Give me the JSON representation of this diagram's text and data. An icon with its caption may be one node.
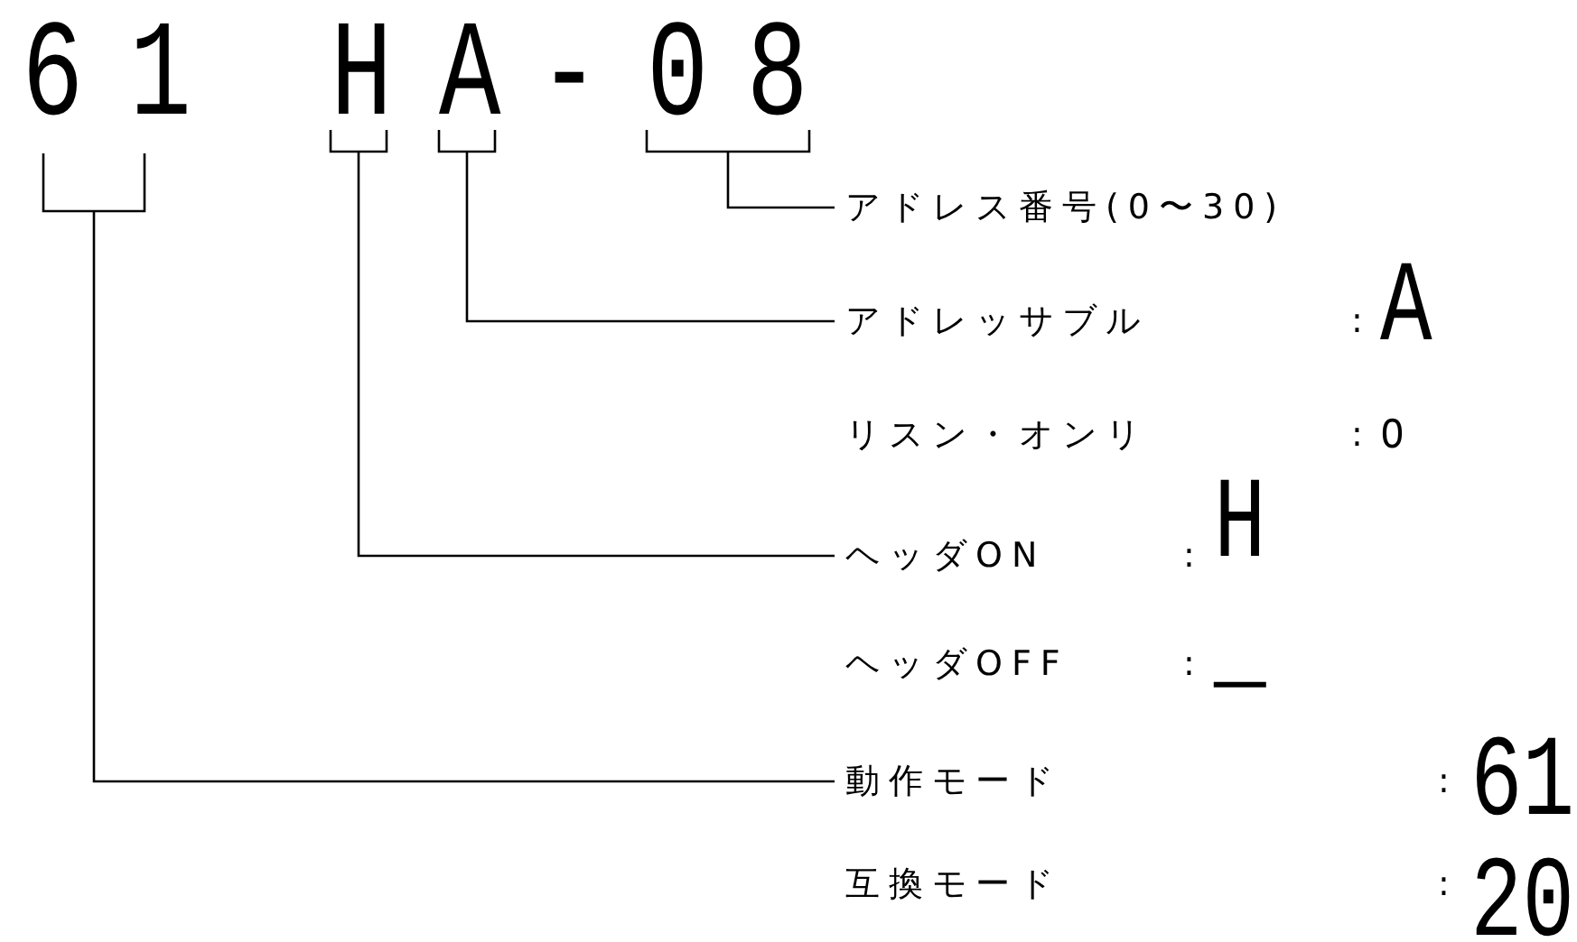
{
  "diagram": {
    "nodes": [
      {
        "text": [
          "61"
        ]
      },
      {
        "text": [
          "H"
        ]
      },
      {
        "text": [
          "A"
        ]
      },
      {
        "text": [
          "08"
        ]
      },
      {
        "text": [
          "アドレス番号(0〜30)"
        ]
      },
      {
        "text": [
          "アドレッサブル"
        ],
        "beside": [
          ":",
          "A"
        ]
      },
      {
        "text": [
          "リスン・オンリ"
        ],
        "beside": [
          ":",
          "o"
        ]
      },
      {
        "text": [
          "ヘッダON"
        ],
        "beside": [
          ":",
          "H"
        ]
      },
      {
        "text": [
          "ヘッダOFF"
        ],
        "beside": [
          ":",
          "_"
        ]
      },
      {
        "text": [
          "動作モード"
        ],
        "beside": [
          ":",
          "61"
        ]
      },
      {
        "text": [
          "互換モード"
        ],
        "beside": [
          ":",
          "20"
        ]
      }
    ],
    "edges": [
      {
        "from": 4,
        "to": 3,
        "arrow": "none"
      },
      {
        "from": 5,
        "to": 2,
        "arrow": "none"
      },
      {
        "from": 7,
        "to": 1,
        "arrow": "none"
      },
      {
        "from": 9,
        "to": 0,
        "arrow": "none"
      }
    ],
    "labels": [
      "-"
    ]
  }
}
